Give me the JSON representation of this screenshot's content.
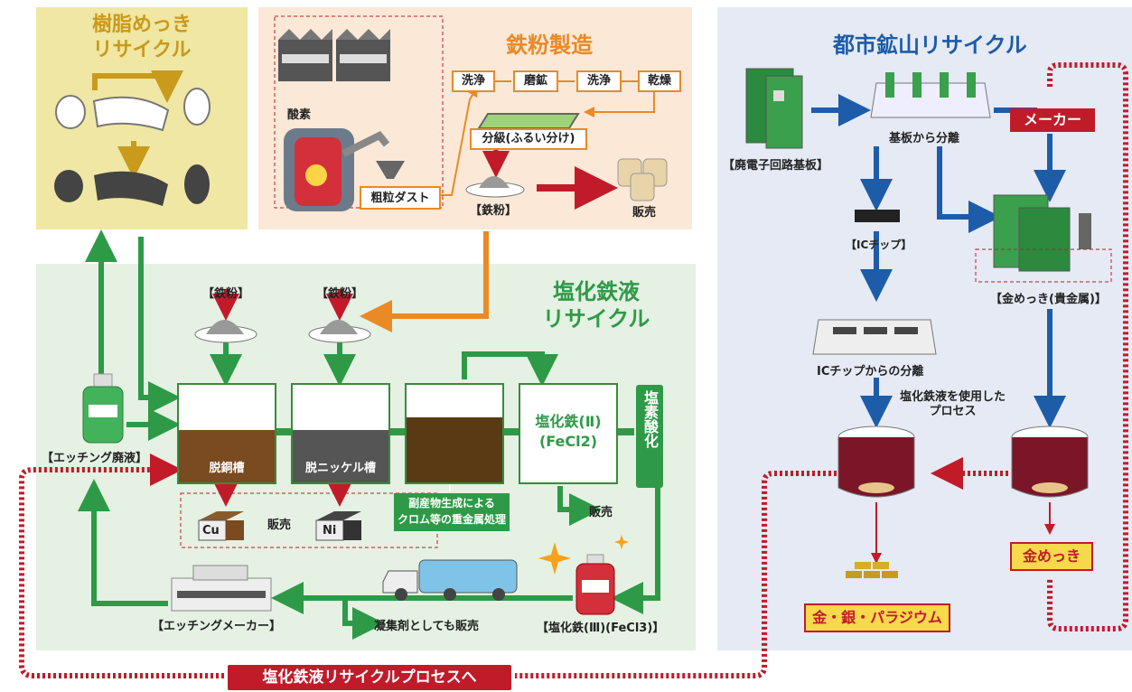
{
  "resin": {
    "title_line1": "樹脂めっき",
    "title_line2": "リサイクル"
  },
  "iron_powder": {
    "title": "鉄粉製造",
    "oxygen": "酸素",
    "coarse_dust": "粗粒ダスト",
    "steps": [
      "洗浄",
      "磨鉱",
      "洗浄",
      "乾燥"
    ],
    "classify": "分級(ふるい分け)",
    "product": "【鉄粉】",
    "sale": "販売"
  },
  "urban": {
    "title": "都市鉱山リサイクル",
    "pcb": "【廃電子回路基板】",
    "separate": "基板から分離",
    "maker": "メーカー",
    "ic_chip": "【ICチップ】",
    "gold_plating": "【金めっき(貴金属)】",
    "ic_separation": "ICチップからの分離",
    "process_note_line1": "塩化鉄液を使用した",
    "process_note_line2": "プロセス",
    "gold_badge": "金めっき",
    "metals": "金・銀・パラジウム"
  },
  "ferric": {
    "title_line1": "塩化鉄液",
    "title_line2": "リサイクル",
    "iron1": "【鉄粉】",
    "iron2": "【鉄粉】",
    "tank_copper": "脱銅槽",
    "tank_nickel": "脱ニッケル槽",
    "fecl2_line1": "塩化鉄(Ⅱ)",
    "fecl2_line2": "(FeCl2)",
    "chlorination": "塩素酸化",
    "cu": "Cu",
    "ni": "Ni",
    "sale_metals": "販売",
    "byproduct_line1": "副産物生成による",
    "byproduct_line2": "クロム等の重金属処理",
    "sale_fecl2": "販売",
    "waste_etch": "【エッチング廃液】",
    "etch_maker": "【エッチングメーカー】",
    "flocculant": "凝集剤としても販売",
    "fecl3": "【塩化鉄(Ⅲ)(FeCl3)】"
  },
  "bottom_banner": "塩化鉄液リサイクルプロセスへ",
  "colors": {
    "green": "#2e9a47",
    "orange": "#e98a25",
    "blue": "#1d5ca8",
    "red": "#c11b2a",
    "gold": "#c99a1c"
  }
}
